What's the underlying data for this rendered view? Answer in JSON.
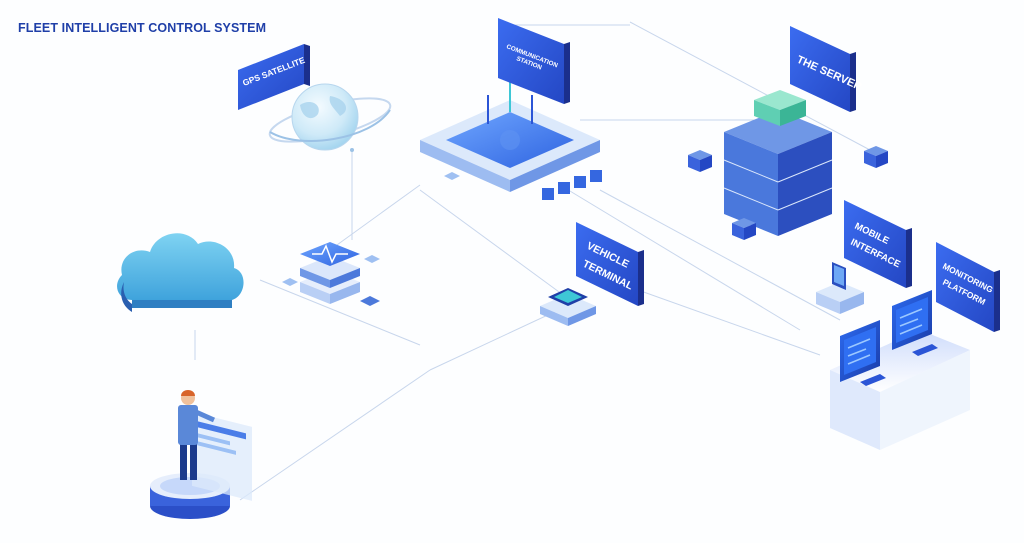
{
  "title": "FLEET INTELLIGENT CONTROL SYSTEM",
  "signs": {
    "gps": [
      "GPS SATELLITE"
    ],
    "comm": [
      "COMMUNICATION",
      "STATION"
    ],
    "server": [
      "THE SERVER"
    ],
    "vehicle": [
      "VEHICLE",
      "TERMINAL"
    ],
    "mobile": [
      "MOBILE",
      "INTERFACE"
    ],
    "monitoring": [
      "MONITORING",
      "PLATFORM"
    ]
  },
  "colors": {
    "title": "#1f3fa8",
    "sign_front": "#2f5fe0",
    "sign_side": "#1b2f8c",
    "accent_teal": "#3ec7d6",
    "accent_blue": "#2b55d6"
  }
}
